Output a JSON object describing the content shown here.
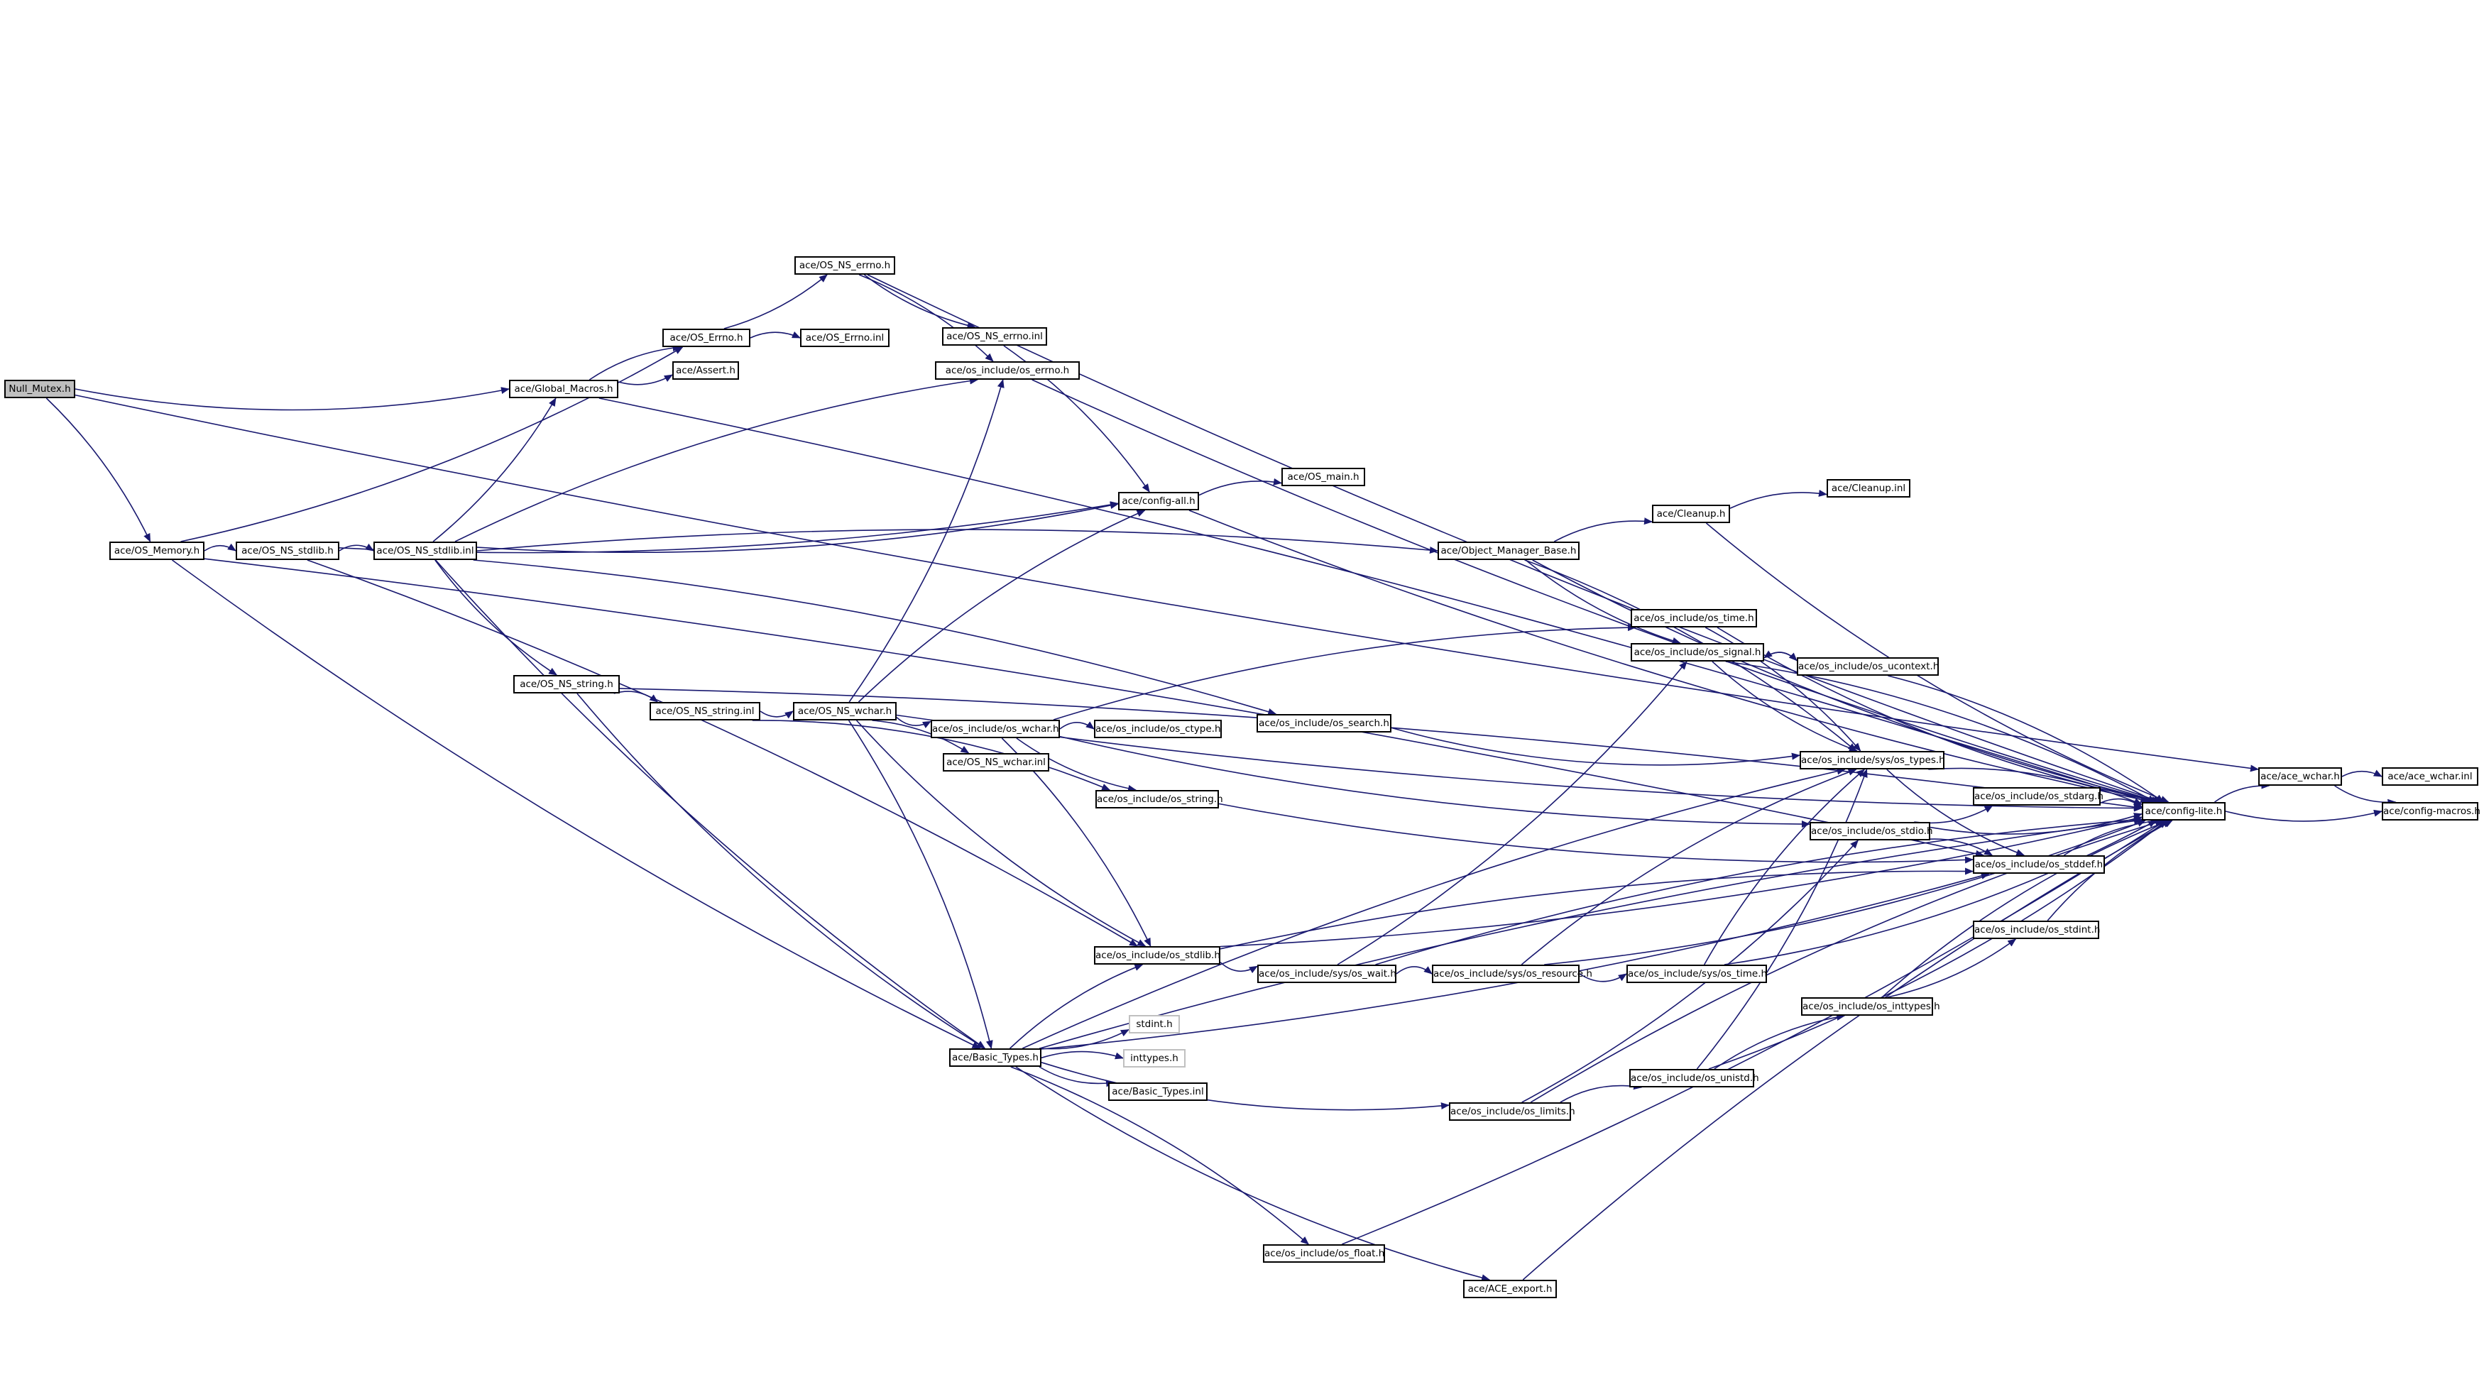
{
  "diagram": {
    "title": "",
    "colors": {
      "edge": "#191970",
      "root_fill": "#bfbfbf",
      "node_border": "#000000",
      "external_border": "#c0c0c0"
    },
    "nodes": [
      {
        "id": "n0",
        "label": "Null_Mutex.h",
        "root": true
      },
      {
        "id": "n1",
        "label": "ace/Global_Macros.h"
      },
      {
        "id": "n2",
        "label": "ace/OS_Memory.h"
      },
      {
        "id": "n3",
        "label": "ace/OS_NS_errno.h"
      },
      {
        "id": "n4",
        "label": "ace/OS_Errno.h"
      },
      {
        "id": "n5",
        "label": "ace/OS_Errno.inl"
      },
      {
        "id": "n6",
        "label": "ace/Assert.h"
      },
      {
        "id": "n7",
        "label": "ace/OS_NS_errno.inl"
      },
      {
        "id": "n8",
        "label": "ace/os_include/os_errno.h"
      },
      {
        "id": "n9",
        "label": "ace/config-all.h"
      },
      {
        "id": "n10",
        "label": "ace/OS_main.h"
      },
      {
        "id": "n11",
        "label": "ace/OS_NS_stdlib.h"
      },
      {
        "id": "n12",
        "label": "ace/OS_NS_stdlib.inl"
      },
      {
        "id": "n13",
        "label": "ace/Object_Manager_Base.h"
      },
      {
        "id": "n14",
        "label": "ace/Cleanup.h"
      },
      {
        "id": "n15",
        "label": "ace/Cleanup.inl"
      },
      {
        "id": "n16",
        "label": "ace/OS_NS_string.h"
      },
      {
        "id": "n17",
        "label": "ace/OS_NS_string.inl"
      },
      {
        "id": "n18",
        "label": "ace/OS_NS_wchar.h"
      },
      {
        "id": "n19",
        "label": "ace/os_include/os_wchar.h"
      },
      {
        "id": "n20",
        "label": "ace/os_include/os_ctype.h"
      },
      {
        "id": "n21",
        "label": "ace/OS_NS_wchar.inl"
      },
      {
        "id": "n22",
        "label": "ace/os_include/os_search.h"
      },
      {
        "id": "n23",
        "label": "ace/os_include/os_time.h"
      },
      {
        "id": "n24",
        "label": "ace/os_include/os_signal.h"
      },
      {
        "id": "n25",
        "label": "ace/os_include/os_ucontext.h"
      },
      {
        "id": "n26",
        "label": "ace/os_include/sys/os_types.h"
      },
      {
        "id": "n27",
        "label": "ace/os_include/os_string.h"
      },
      {
        "id": "n28",
        "label": "ace/os_include/os_stdarg.h"
      },
      {
        "id": "n29",
        "label": "ace/os_include/os_stdio.h"
      },
      {
        "id": "n30",
        "label": "ace/config-lite.h"
      },
      {
        "id": "n31",
        "label": "ace/ace_wchar.h"
      },
      {
        "id": "n32",
        "label": "ace/ace_wchar.inl"
      },
      {
        "id": "n33",
        "label": "ace/config-macros.h"
      },
      {
        "id": "n34",
        "label": "ace/os_include/os_stddef.h"
      },
      {
        "id": "n35",
        "label": "ace/os_include/os_stdlib.h"
      },
      {
        "id": "n36",
        "label": "ace/os_include/sys/os_wait.h"
      },
      {
        "id": "n37",
        "label": "ace/os_include/sys/os_resource.h"
      },
      {
        "id": "n38",
        "label": "ace/os_include/sys/os_time.h"
      },
      {
        "id": "n39",
        "label": "ace/os_include/os_stdint.h"
      },
      {
        "id": "n40",
        "label": "ace/os_include/os_inttypes.h"
      },
      {
        "id": "n41",
        "label": "stdint.h",
        "external": true
      },
      {
        "id": "n42",
        "label": "inttypes.h",
        "external": true
      },
      {
        "id": "n43",
        "label": "ace/Basic_Types.h"
      },
      {
        "id": "n44",
        "label": "ace/Basic_Types.inl"
      },
      {
        "id": "n45",
        "label": "ace/os_include/os_unistd.h"
      },
      {
        "id": "n46",
        "label": "ace/os_include/os_limits.h"
      },
      {
        "id": "n47",
        "label": "ace/os_include/os_float.h"
      },
      {
        "id": "n48",
        "label": "ace/ACE_export.h"
      }
    ],
    "edges": [
      [
        "n0",
        "n1"
      ],
      [
        "n0",
        "n2"
      ],
      [
        "n0",
        "n31"
      ],
      [
        "n1",
        "n4"
      ],
      [
        "n1",
        "n6"
      ],
      [
        "n1",
        "n30"
      ],
      [
        "n2",
        "n4"
      ],
      [
        "n2",
        "n11"
      ],
      [
        "n2",
        "n43"
      ],
      [
        "n2",
        "n34"
      ],
      [
        "n3",
        "n7"
      ],
      [
        "n3",
        "n8"
      ],
      [
        "n3",
        "n30"
      ],
      [
        "n4",
        "n5"
      ],
      [
        "n4",
        "n3"
      ],
      [
        "n7",
        "n9"
      ],
      [
        "n8",
        "n30"
      ],
      [
        "n9",
        "n10"
      ],
      [
        "n9",
        "n30"
      ],
      [
        "n11",
        "n12"
      ],
      [
        "n11",
        "n9"
      ],
      [
        "n11",
        "n35"
      ],
      [
        "n12",
        "n1"
      ],
      [
        "n12",
        "n8"
      ],
      [
        "n12",
        "n9"
      ],
      [
        "n12",
        "n13"
      ],
      [
        "n12",
        "n16"
      ],
      [
        "n12",
        "n22"
      ],
      [
        "n12",
        "n43"
      ],
      [
        "n13",
        "n14"
      ],
      [
        "n13",
        "n24"
      ],
      [
        "n13",
        "n26"
      ],
      [
        "n13",
        "n30"
      ],
      [
        "n14",
        "n15"
      ],
      [
        "n14",
        "n30"
      ],
      [
        "n16",
        "n17"
      ],
      [
        "n16",
        "n43"
      ],
      [
        "n16",
        "n30"
      ],
      [
        "n17",
        "n18"
      ],
      [
        "n17",
        "n27"
      ],
      [
        "n18",
        "n8"
      ],
      [
        "n18",
        "n9"
      ],
      [
        "n18",
        "n19"
      ],
      [
        "n18",
        "n21"
      ],
      [
        "n18",
        "n35"
      ],
      [
        "n18",
        "n43"
      ],
      [
        "n18",
        "n30"
      ],
      [
        "n19",
        "n20"
      ],
      [
        "n19",
        "n27"
      ],
      [
        "n19",
        "n23"
      ],
      [
        "n19",
        "n29"
      ],
      [
        "n19",
        "n35"
      ],
      [
        "n22",
        "n26"
      ],
      [
        "n23",
        "n26"
      ],
      [
        "n23",
        "n30"
      ],
      [
        "n24",
        "n25"
      ],
      [
        "n24",
        "n26"
      ],
      [
        "n24",
        "n30"
      ],
      [
        "n25",
        "n24"
      ],
      [
        "n25",
        "n30"
      ],
      [
        "n26",
        "n34"
      ],
      [
        "n26",
        "n30"
      ],
      [
        "n27",
        "n34"
      ],
      [
        "n28",
        "n30"
      ],
      [
        "n29",
        "n28"
      ],
      [
        "n29",
        "n34"
      ],
      [
        "n29",
        "n30"
      ],
      [
        "n30",
        "n31"
      ],
      [
        "n30",
        "n33"
      ],
      [
        "n31",
        "n32"
      ],
      [
        "n31",
        "n33"
      ],
      [
        "n34",
        "n30"
      ],
      [
        "n35",
        "n36"
      ],
      [
        "n35",
        "n34"
      ],
      [
        "n35",
        "n30"
      ],
      [
        "n36",
        "n37"
      ],
      [
        "n36",
        "n24"
      ],
      [
        "n36",
        "n30"
      ],
      [
        "n37",
        "n38"
      ],
      [
        "n37",
        "n26"
      ],
      [
        "n37",
        "n30"
      ],
      [
        "n38",
        "n26"
      ],
      [
        "n38",
        "n30"
      ],
      [
        "n39",
        "n30"
      ],
      [
        "n40",
        "n39"
      ],
      [
        "n40",
        "n30"
      ],
      [
        "n43",
        "n41"
      ],
      [
        "n43",
        "n42"
      ],
      [
        "n43",
        "n44"
      ],
      [
        "n43",
        "n35"
      ],
      [
        "n43",
        "n46"
      ],
      [
        "n43",
        "n47"
      ],
      [
        "n43",
        "n48"
      ],
      [
        "n43",
        "n26"
      ],
      [
        "n43",
        "n34"
      ],
      [
        "n43",
        "n30"
      ],
      [
        "n45",
        "n26"
      ],
      [
        "n45",
        "n40"
      ],
      [
        "n45",
        "n30"
      ],
      [
        "n46",
        "n45"
      ],
      [
        "n46",
        "n29"
      ],
      [
        "n46",
        "n30"
      ],
      [
        "n47",
        "n30"
      ],
      [
        "n48",
        "n30"
      ]
    ]
  }
}
